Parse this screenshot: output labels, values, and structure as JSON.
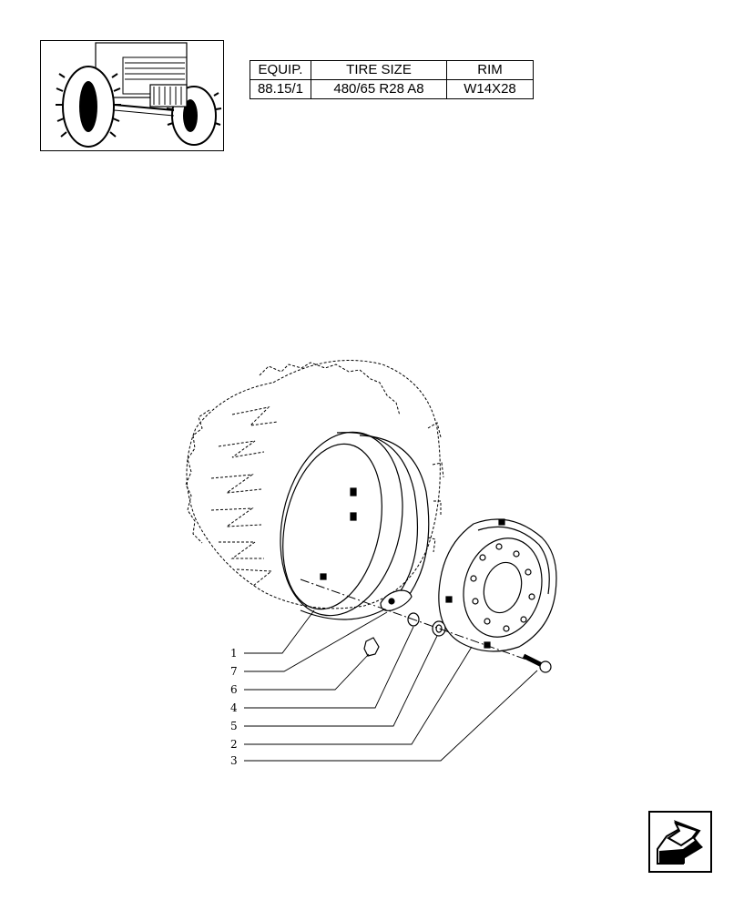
{
  "spec_table": {
    "headers": [
      "EQUIP.",
      "TIRE SIZE",
      "RIM"
    ],
    "rows": [
      [
        "88.15/1",
        "480/65 R28 A8",
        "W14X28"
      ]
    ]
  },
  "callouts": [
    "1",
    "7",
    "6",
    "4",
    "5",
    "2",
    "3"
  ],
  "thumbnail": {
    "icon": "tractor-front-view-icon"
  },
  "navigation": {
    "icon": "next-page-arrow-icon"
  }
}
